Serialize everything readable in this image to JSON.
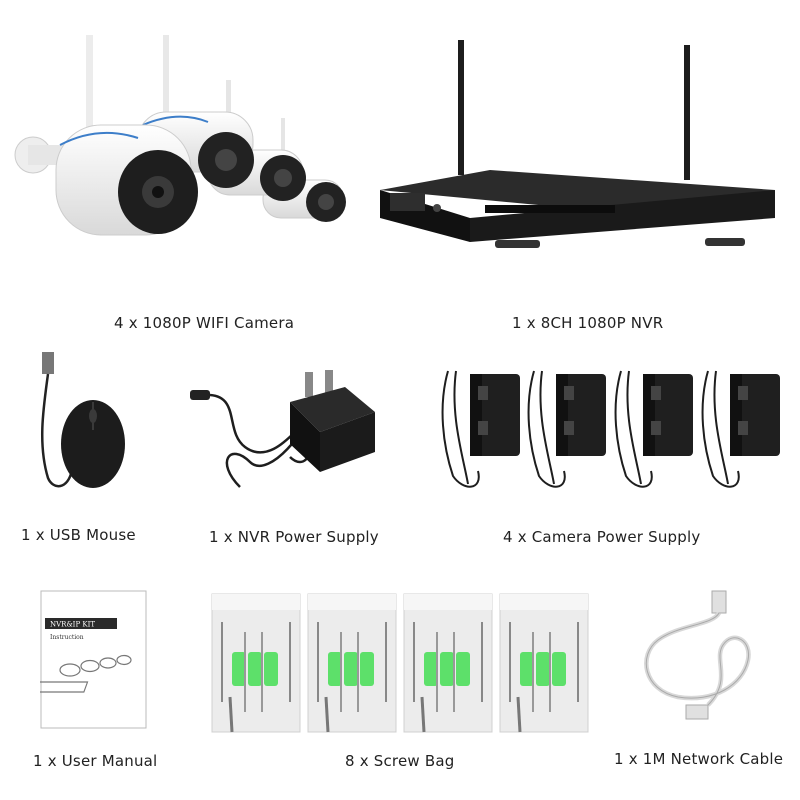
{
  "items": [
    {
      "label": "4 x 1080P WIFI Camera"
    },
    {
      "label": "1 x 8CH 1080P NVR"
    },
    {
      "label": "1 x USB Mouse"
    },
    {
      "label": "1 x NVR Power Supply"
    },
    {
      "label": "4 x Camera Power Supply"
    },
    {
      "label": "1 x User Manual"
    },
    {
      "label": "8 x Screw Bag"
    },
    {
      "label": "1 x 1M Network Cable"
    }
  ],
  "manual": {
    "header": "NVR&IP KIT",
    "subtitle": "Instruction"
  },
  "colors": {
    "dark": "#1b1b1b",
    "camera_white": "#f4f4f4",
    "screw_green": "#5de06a",
    "bag": "#ececec"
  }
}
